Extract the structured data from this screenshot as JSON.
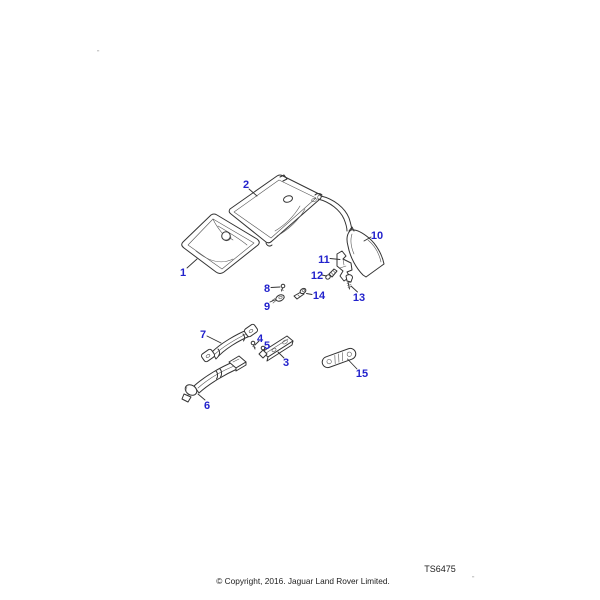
{
  "diagram": {
    "drawing_code": "TS6475",
    "callouts": {
      "c1": {
        "label": "1"
      },
      "c2": {
        "label": "2"
      },
      "c3": {
        "label": "3"
      },
      "c4": {
        "label": "4"
      },
      "c5": {
        "label": "5"
      },
      "c6": {
        "label": "6"
      },
      "c7": {
        "label": "7"
      },
      "c8": {
        "label": "8"
      },
      "c9": {
        "label": "9"
      },
      "c10": {
        "label": "10"
      },
      "c11": {
        "label": "11"
      },
      "c12": {
        "label": "12"
      },
      "c13": {
        "label": "13"
      },
      "c14": {
        "label": "14"
      },
      "c15": {
        "label": "15"
      }
    }
  },
  "footer": {
    "copyright": "© Copyright, 2016. Jaguar Land Rover Limited."
  },
  "colors": {
    "callout_blue": "#2222cc",
    "line_dark": "#333333",
    "background": "#ffffff"
  }
}
